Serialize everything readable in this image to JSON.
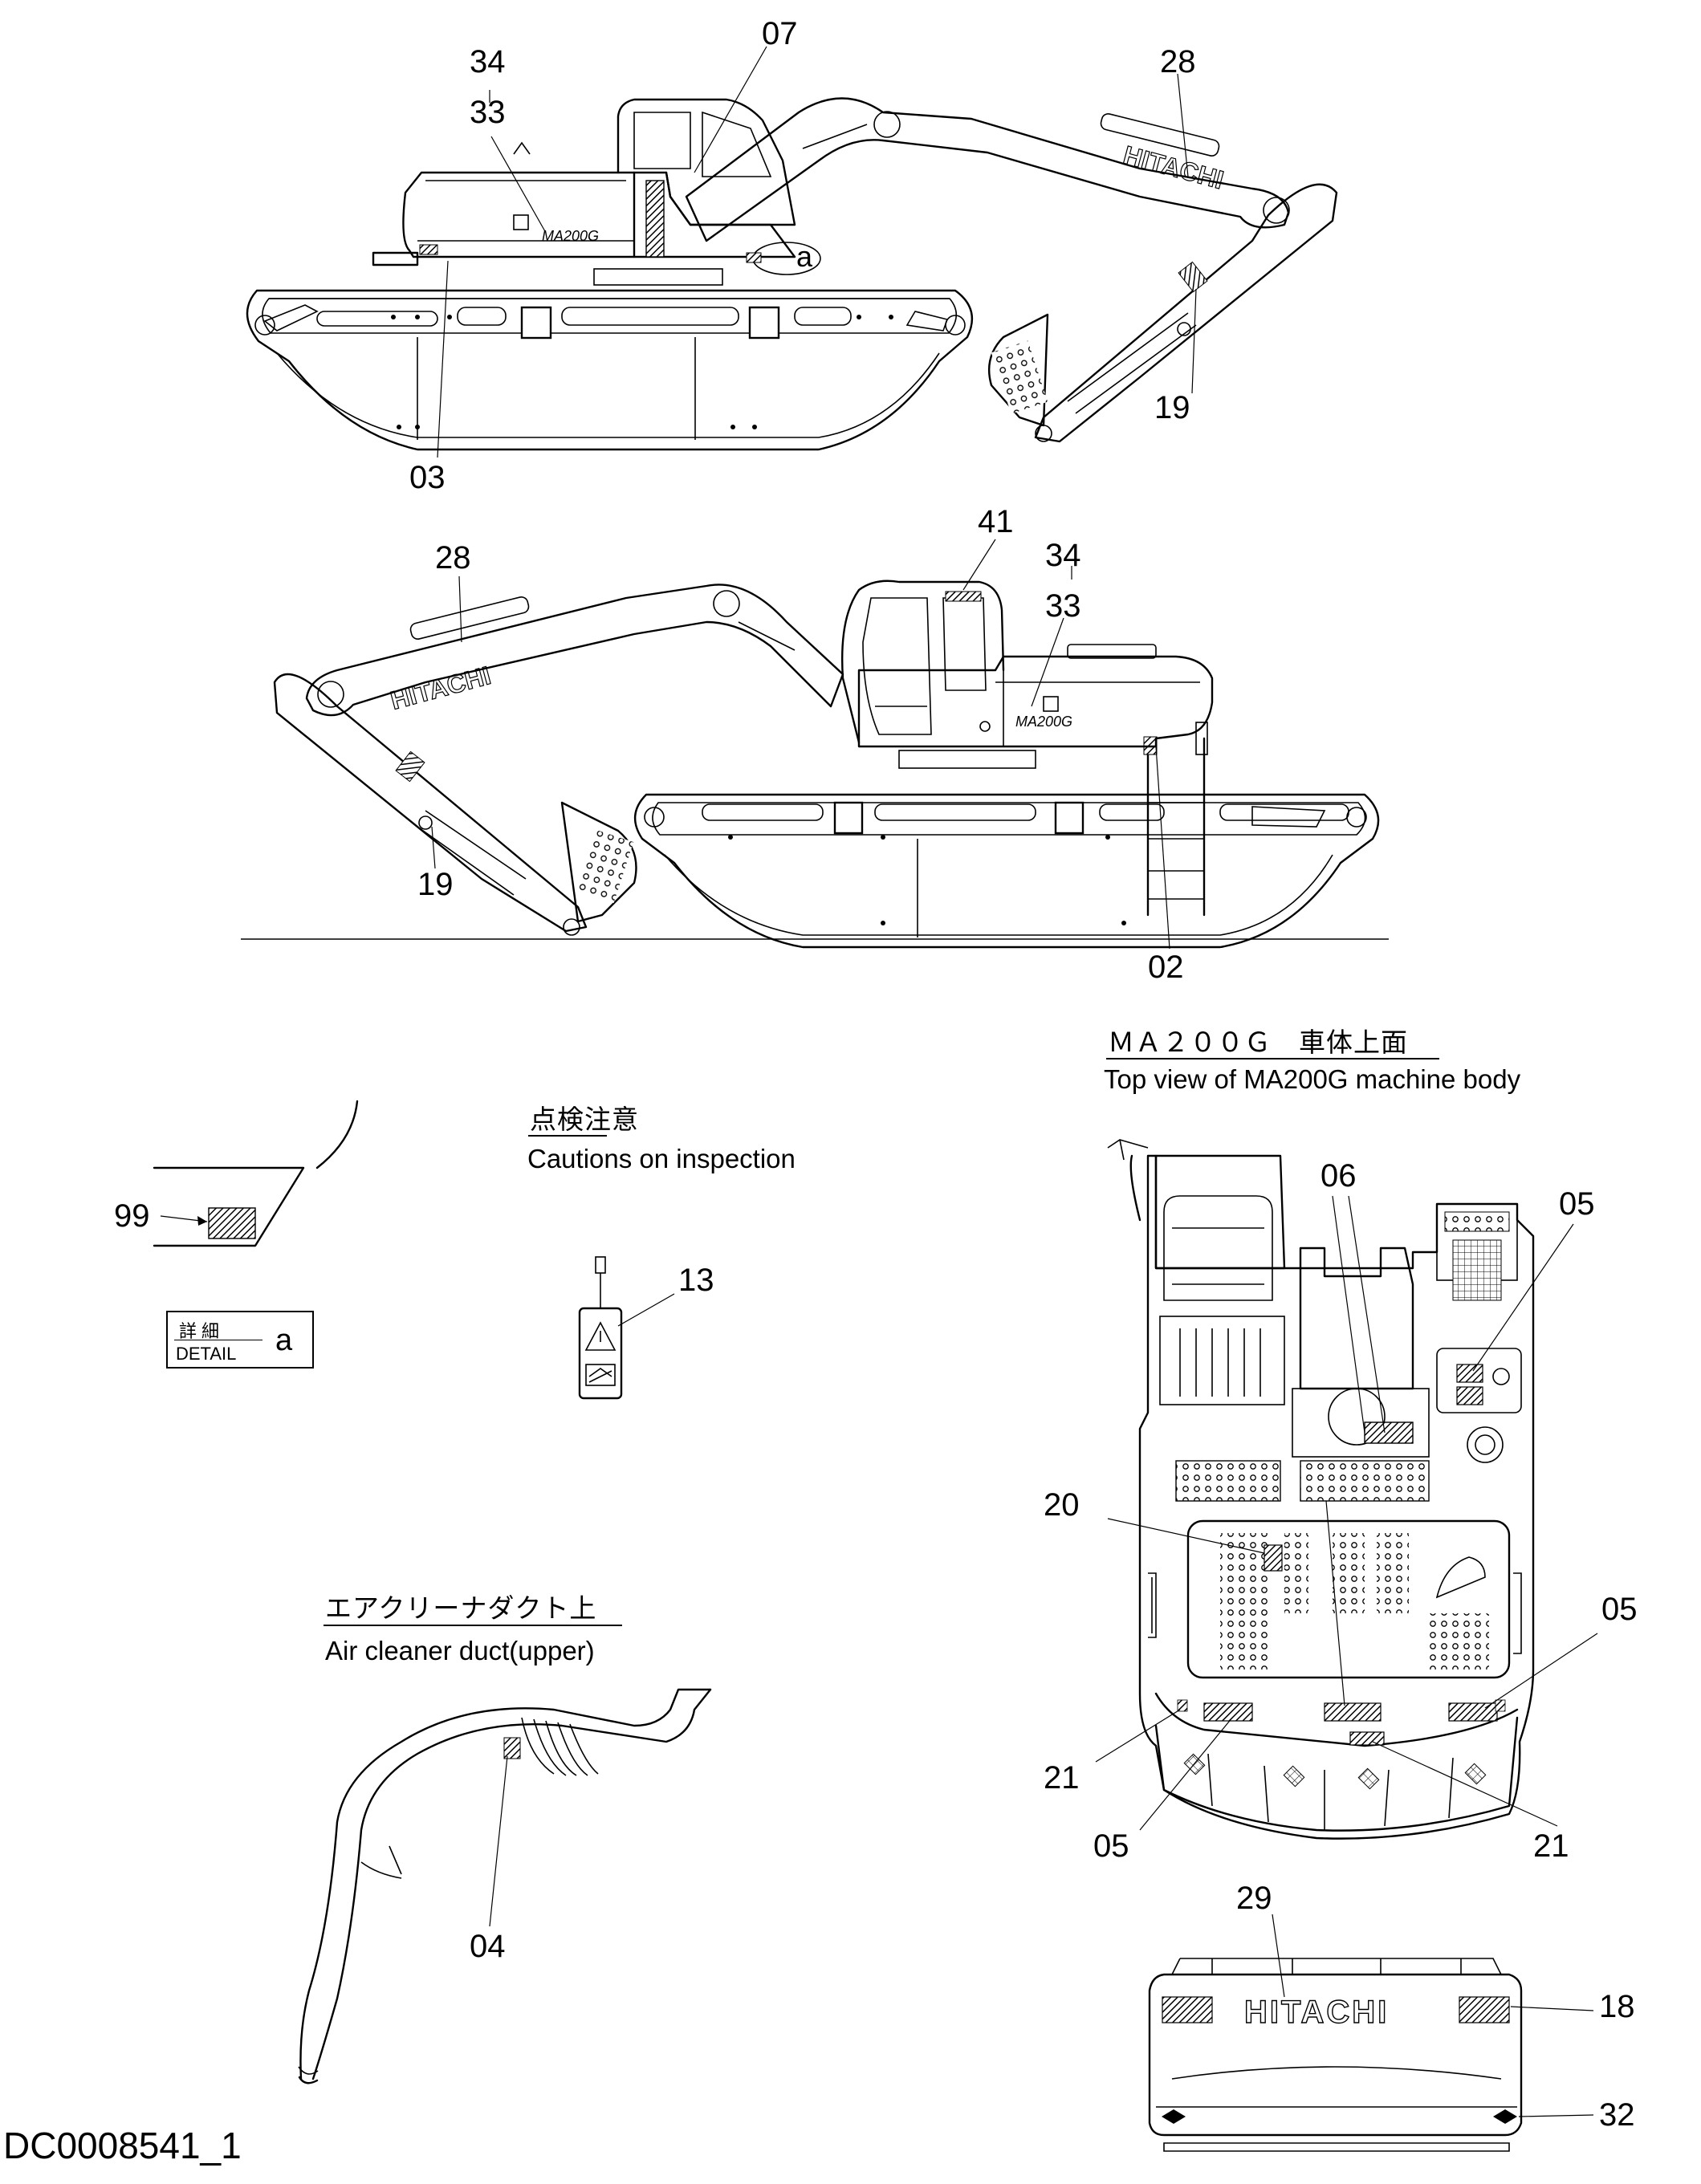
{
  "callouts": {
    "c07": "07",
    "c34a": "34",
    "c33a": "33",
    "c28a": "28",
    "c19a": "19",
    "c03": "03",
    "c41": "41",
    "c34b": "34",
    "c33b": "33",
    "c28b": "28",
    "c19b": "19",
    "c02": "02",
    "c99": "99",
    "c13": "13",
    "c04": "04",
    "c06": "06",
    "c05a": "05",
    "c20": "20",
    "c05b": "05",
    "c21a": "21",
    "c05c": "05",
    "c21b": "21",
    "c29": "29",
    "c18": "18",
    "c32": "32",
    "c_a": "a"
  },
  "captions": {
    "inspection_jp": "点検注意",
    "inspection_en": "Cautions on inspection",
    "duct_jp": "エアクリーナダクト上",
    "duct_en": "Air cleaner duct(upper)",
    "topview_jp": "ＭＡ２００Ｇ　車体上面",
    "topview_en": "Top view of MA200G machine body"
  },
  "detail": {
    "jp": "詳細",
    "en": "DETAIL",
    "mark": "a"
  },
  "decals": {
    "brand": "HITACHI",
    "model": "MA200G"
  },
  "document_id": "DC0008541_1"
}
